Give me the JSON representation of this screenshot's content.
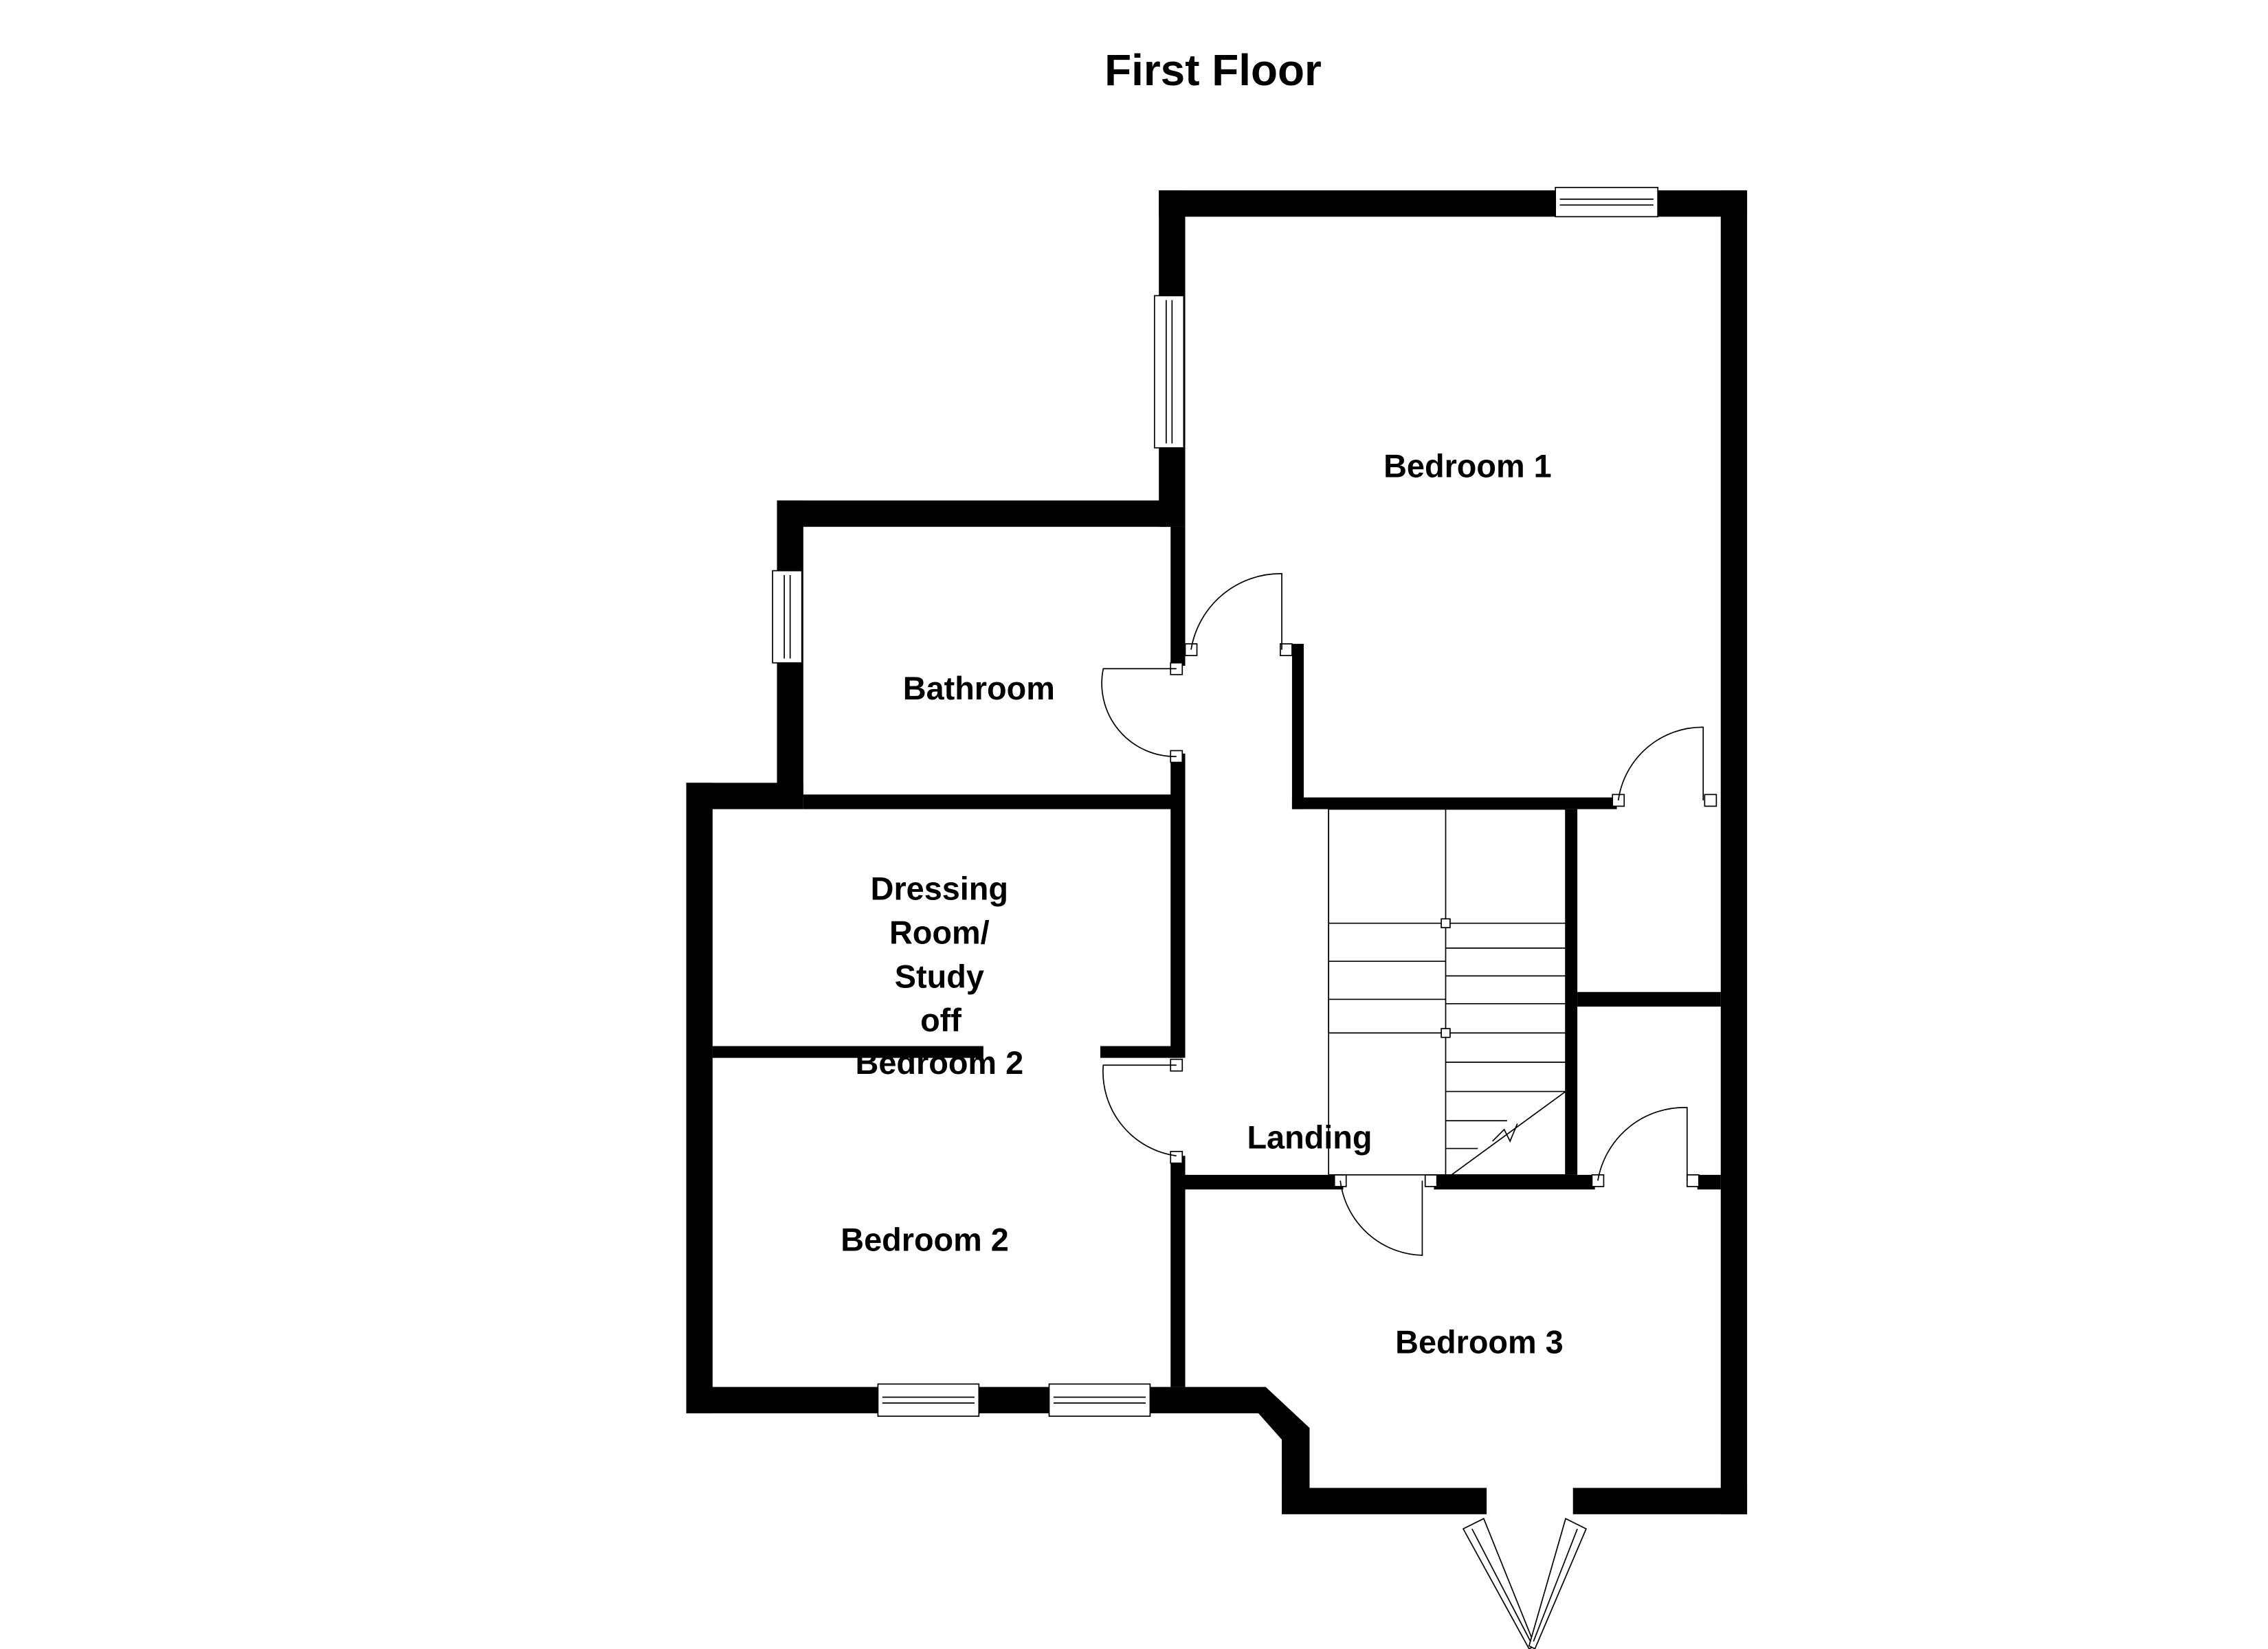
{
  "title": "First Floor",
  "rooms": {
    "bedroom1": "Bedroom 1",
    "bathroom": "Bathroom",
    "dressing": [
      "Dressing",
      "Room/",
      "Study",
      "off",
      "Bedroom 2"
    ],
    "landing": "Landing",
    "bedroom2": "Bedroom 2",
    "bedroom3": "Bedroom 3"
  },
  "colors": {
    "wall": "#000000",
    "background": "#ffffff"
  }
}
